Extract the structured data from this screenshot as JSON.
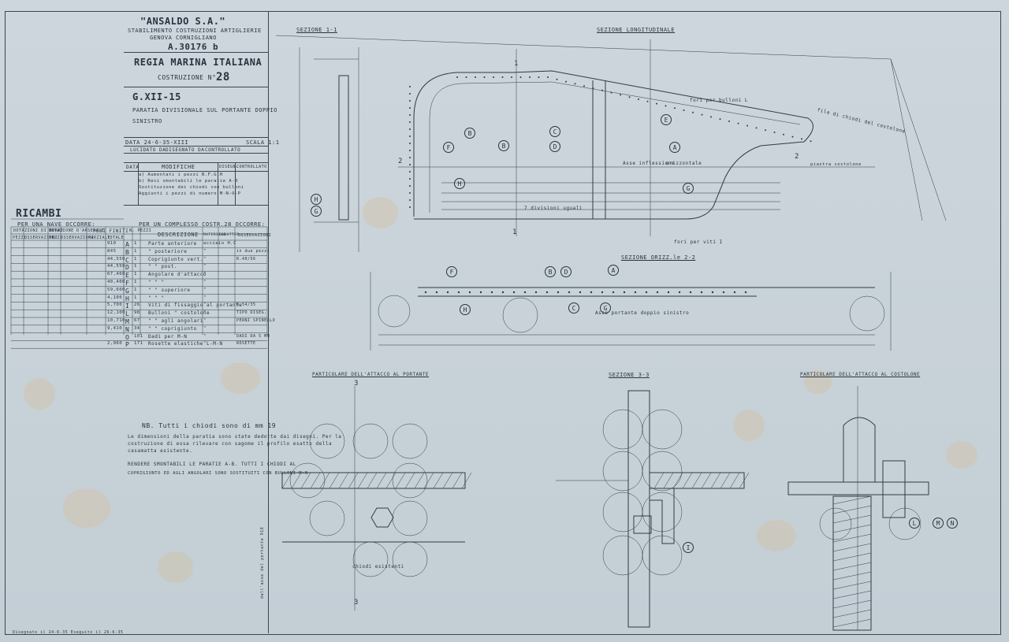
{
  "company": {
    "name": "\"ANSALDO S.A.\"",
    "line1": "STABILIMENTO COSTRUZIONI ARTIGLIERIE",
    "line2": "GENOVA CORNIGLIANO",
    "code": "A.30176 b"
  },
  "navy": "REGIA MARINA ITALIANA",
  "construction": {
    "label": "COSTRUZIONE N°",
    "number": "28"
  },
  "drawing": {
    "code": "G.XII-15",
    "desc1": "PARATIA DIVISIONALE SUL PORTANTE DOPPIO",
    "desc2": "SINISTRO"
  },
  "meta": {
    "date": "DATA 24-6-35-XIII",
    "scale": "SCALA 1:1",
    "traced": "LUCIDATO DA",
    "drawn": "DISEGNATO DA",
    "checked": "CONTROLLATO"
  },
  "mods": {
    "date_h": "DATA",
    "title": "MODIFICHE",
    "drawing_h": "DISEGN.",
    "check_h": "CONTROLLATO",
    "rows": [
      "a) Aumentati i pezzi B.F.G.H",
      "b) Resi smontabili le paratie A-B",
      "Sostituzione dei chiodi con bulloni",
      "Aggiunti i pezzi di numero M-N-O-P"
    ]
  },
  "spares": {
    "title": "RICAMBI",
    "per_ship": "PER UNA NAVE OCCORRE:",
    "cols": [
      "DOTAZIONI DI BORDO",
      "DOTAZIONE D'ARSENALE"
    ],
    "sub": [
      "PEZZI",
      "OSSERVAZIONI",
      "PEZZI",
      "OSSERVAZIONI"
    ]
  },
  "weights": {
    "title": "PESI FINITI",
    "sub": [
      "PARZIALE",
      "TOTALE"
    ]
  },
  "complex": {
    "title": "PER UN COMPLESSO COSTR.28 OCCORRE:",
    "pieces": "N. PEZZI",
    "desc": "DESCRIZIONE",
    "mat": "MATERIALE",
    "char": "CARATTER.",
    "obs": "OSSERVAZIONI"
  },
  "parts": [
    {
      "w": "910",
      "l": "A",
      "n": "1",
      "d": "Parte anteriore",
      "m": "acciaio H.C",
      "o": ""
    },
    {
      "w": "845",
      "l": "B",
      "n": "1",
      "d": "\"  posteriore",
      "m": "\"",
      "o": "in due pezzi"
    },
    {
      "w": "44,550",
      "l": "C",
      "n": "1",
      "d": "Coprigiunto vert.",
      "m": "\"",
      "o": "R.40/56"
    },
    {
      "w": "44,550",
      "l": "D",
      "n": "1",
      "d": "\"  \"  post.",
      "m": "\"",
      "o": ""
    },
    {
      "w": "67,460",
      "l": "E",
      "n": "1",
      "d": "Angolare d'attacco",
      "m": "\"",
      "o": ""
    },
    {
      "w": "40,400",
      "l": "F",
      "n": "1",
      "d": "\"  \"  \"",
      "m": "\"",
      "o": ""
    },
    {
      "w": "59,600",
      "l": "G",
      "n": "1",
      "d": "\"  \"  superiore",
      "m": "\"",
      "o": ""
    },
    {
      "w": "4,100",
      "l": "H",
      "n": "1",
      "d": "\"  \"  \"",
      "m": "\"",
      "o": ""
    },
    {
      "w": "5,700",
      "l": "I",
      "n": "26",
      "d": "Viti di fissaggio al portante",
      "m": "\"",
      "o": "R.54/35"
    },
    {
      "w": "12,100",
      "l": "L",
      "n": "98",
      "d": "Bulloni  \"  costolone",
      "m": "\"",
      "o": "TIPO DISEG."
    },
    {
      "w": "10,710",
      "l": "M",
      "n": "67",
      "d": "\"  \"  agli angolari",
      "m": "\"",
      "o": "PERNI SPINELLO"
    },
    {
      "w": "9,410",
      "l": "N",
      "n": "34",
      "d": "\"  \"  coprigiunto",
      "m": "\"",
      "o": ""
    },
    {
      "w": "",
      "l": "O",
      "n": "101",
      "d": "Dadi per M-N",
      "m": "\"",
      "o": "DADI DA 5 MM"
    },
    {
      "w": "2,960",
      "l": "P",
      "n": "171",
      "d": "Rosette elastiche L-M-N",
      "m": "\"",
      "o": "ROSETTE"
    }
  ],
  "notes": {
    "nb": "NB. Tutti i chiodi sono di mm 19",
    "n1": "Le dimensioni della paratia sono state dedotte dai disegni. Per la",
    "n2": "costruzione di essa rilevare con sagome il profilo esatto della",
    "n3": "casamatta esistente.",
    "n4": "RENDERE SMONTABILI LE PARATIE A-B. TUTTI I CHIODI AL",
    "n5": "COPRIGIUNTO ED AGLI ANGOLARI SONO SOSTITUITI CON BULLONI M-N"
  },
  "views": {
    "sec11": "SEZIONE 1-1",
    "long": "SEZIONE LONGITUDINALE",
    "sec22": "SEZIONE ORIZZ.le 2-2",
    "det1": "PARTICOLARE DELL'ATTACCO AL PORTANTE",
    "sec33": "SEZIONE 3-3",
    "det2": "PARTICOLARE DELL'ATTACCO AL COSTOLONE"
  },
  "annot": {
    "fori_l": "fori per bulloni L",
    "fila": "fila di chiodi del costolone",
    "asse_inf": "Asse inflessione",
    "orizz": "orizzontale",
    "asse_port": "Asse portante doppio sinistro",
    "fori_i": "fori per viti I",
    "uguali": "7 divisioni uguali",
    "piastra": "piastra costolone",
    "chiodi": "chiodi esistenti",
    "dall_asse": "dall'asse del portante 918",
    "footer": "Disegnato il 24-6-35 Eseguito il 26-6-35",
    "n1": "1",
    "n2": "2",
    "n3": "3"
  }
}
